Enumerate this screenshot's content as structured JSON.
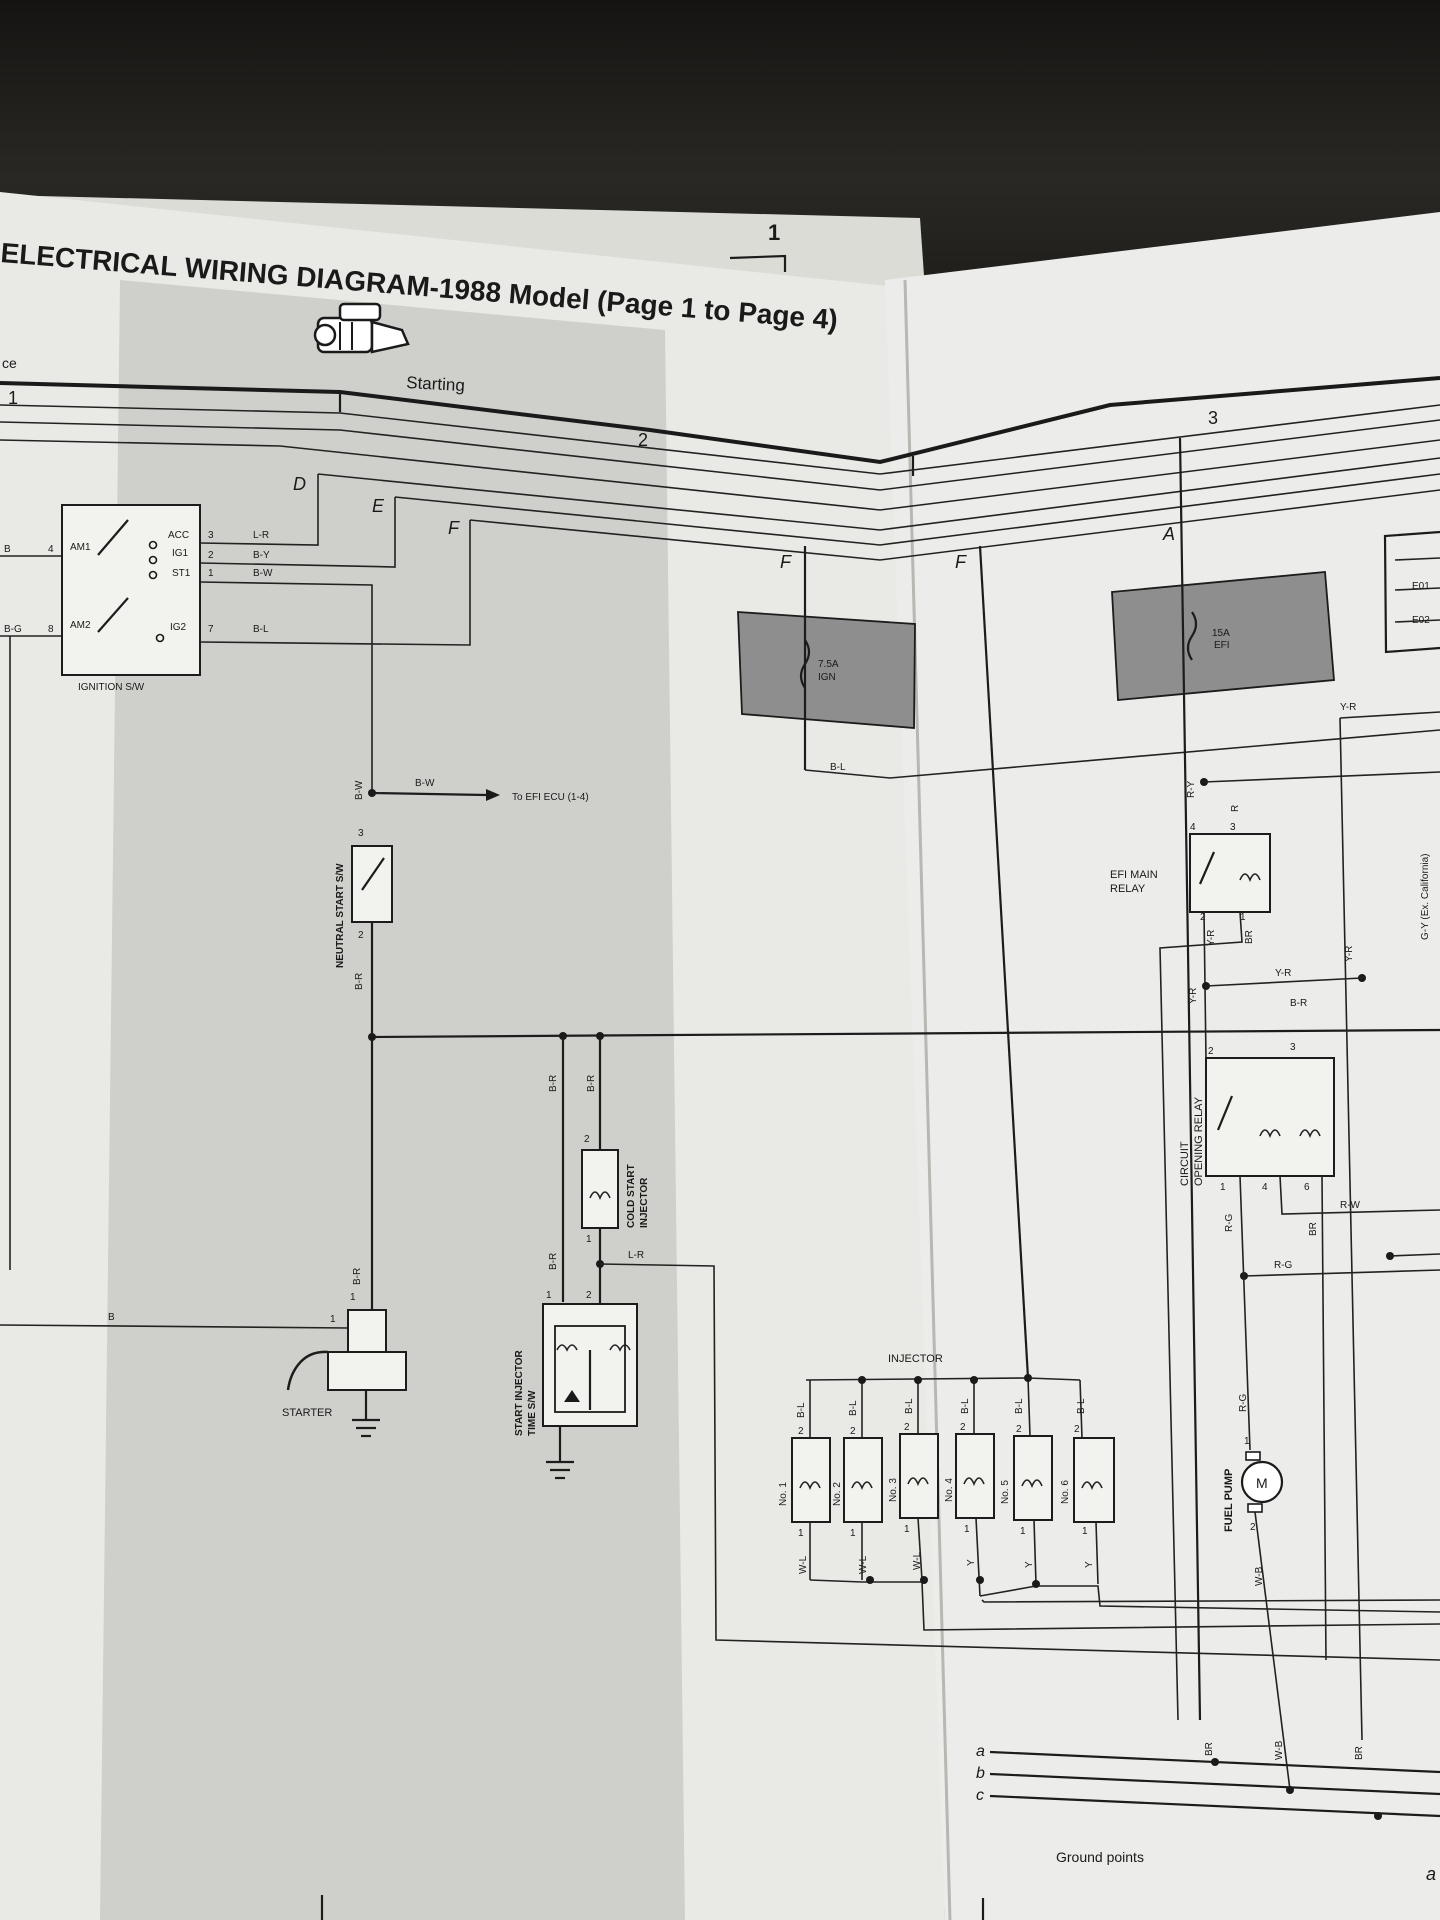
{
  "header": {
    "title": "ELECTRICAL WIRING DIAGRAM-1988 Model (Page 1 to Page 4)",
    "prev_page_fragment": "ce",
    "page_stub_number": "1"
  },
  "sections": {
    "starting_label": "Starting",
    "col1": "1",
    "col2": "2",
    "col3": "3"
  },
  "bus_letters": {
    "d": "D",
    "e": "E",
    "f": "F",
    "f2": "F",
    "f3": "F",
    "a": "A"
  },
  "ignition_switch": {
    "label": "IGNITION S/W",
    "am1": "AM1",
    "am2": "AM2",
    "acc": "ACC",
    "ig1": "IG1",
    "st1": "ST1",
    "ig2": "IG2",
    "pin_acc": "3",
    "pin_ig1": "2",
    "pin_st1": "1",
    "pin_ig2": "7",
    "pin_am1": "4",
    "pin_am2": "8",
    "wire_acc": "L-R",
    "wire_ig1": "B-Y",
    "wire_st1": "B-W",
    "wire_ig2": "B-L",
    "wire_am1": "B",
    "wire_am2": "B-G"
  },
  "neutral_start": {
    "label": "NEUTRAL START S/W",
    "wire_top": "B-W",
    "wire_bottom": "B-R",
    "pin_top": "3",
    "pin_bottom": "2",
    "branch_wire": "B-W",
    "branch_dest": "To EFI ECU (1-4)"
  },
  "starter": {
    "label": "STARTER",
    "wire": "B-R",
    "pin1": "1",
    "pin1b": "1",
    "wire_b": "B"
  },
  "cold_start": {
    "label_l1": "COLD START",
    "label_l2": "INJECTOR",
    "wire_left": "B-R",
    "wire_right": "B-R",
    "pin_top": "2",
    "pin_bottom": "1",
    "wire_out": "L-R"
  },
  "start_injector": {
    "label_l1": "START INJECTOR",
    "label_l2": "TIME S/W",
    "wire": "B-R",
    "pin1": "1",
    "pin2": "2"
  },
  "fuse_ign": {
    "rating": "7.5A",
    "name": "IGN",
    "wire": "B-L"
  },
  "fuse_efi": {
    "rating": "15A",
    "name": "EFI"
  },
  "efi_main_relay": {
    "label_l1": "EFI MAIN",
    "label_l2": "RELAY",
    "pin4": "4",
    "pin3": "3",
    "pin2": "2",
    "pin1": "1",
    "wire_ry": "R-Y",
    "wire_r": "R",
    "wire_yr": "Y-R",
    "wire_br": "BR"
  },
  "circuit_opening_relay": {
    "label_l1": "CIRCUIT",
    "label_l2": "OPENING RELAY",
    "pin2": "2",
    "pin3": "3",
    "pin1": "1",
    "pin4": "4",
    "pin6": "6",
    "wire_yr": "Y-R",
    "wire_yr2": "Y-R",
    "wire_yr3": "Y-R",
    "wire_br": "B-R",
    "wire_rw": "R-W",
    "wire_rg": "R-G",
    "wire_rg2": "R-G",
    "wire_br2": "BR"
  },
  "fuel_pump": {
    "label": "FUEL PUMP",
    "symbol": "M",
    "pin1": "1",
    "pin2": "2",
    "wire_in": "R-G",
    "wire_out": "W-B"
  },
  "injectors": {
    "title": "INJECTOR",
    "items": [
      {
        "name": "No. 1",
        "wire_top": "B-L",
        "pin_top": "2",
        "pin_bottom": "1",
        "wire_bottom": "W-L"
      },
      {
        "name": "No. 2",
        "wire_top": "B-L",
        "pin_top": "2",
        "pin_bottom": "1",
        "wire_bottom": "W-L"
      },
      {
        "name": "No. 3",
        "wire_top": "B-L",
        "pin_top": "2",
        "pin_bottom": "1",
        "wire_bottom": "W-L"
      },
      {
        "name": "No. 4",
        "wire_top": "B-L",
        "pin_top": "2",
        "pin_bottom": "1",
        "wire_bottom": "Y"
      },
      {
        "name": "No. 5",
        "wire_top": "B-L",
        "pin_top": "2",
        "pin_bottom": "1",
        "wire_bottom": "Y"
      },
      {
        "name": "No. 6",
        "wire_top": "B-L",
        "pin_top": "2",
        "pin_bottom": "1",
        "wire_bottom": "Y"
      }
    ]
  },
  "ecu_terminals": {
    "e01": "E01",
    "e02": "E02",
    "yr": "Y-R",
    "gy": "G-Y (Ex. California)"
  },
  "ground": {
    "label": "Ground points",
    "a": "a",
    "b": "b",
    "c": "c",
    "a2": "a",
    "wire_br1": "BR",
    "wire_wb": "W-B",
    "wire_br2": "BR"
  }
}
